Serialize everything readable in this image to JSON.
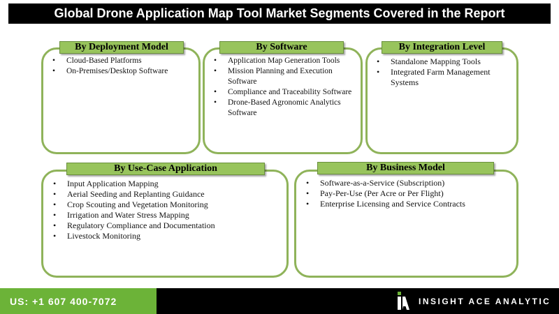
{
  "header": {
    "title": "Global Drone Application Map Tool Market Segments Covered in the Report"
  },
  "segments": {
    "deployment": {
      "label": "By Deployment Model",
      "items": [
        "Cloud-Based Platforms",
        "On-Premises/Desktop Software"
      ]
    },
    "software": {
      "label": "By Software",
      "items": [
        "Application Map Generation Tools",
        "Mission Planning and Execution Software",
        "Compliance and Traceability Software",
        "Drone-Based Agronomic Analytics Software"
      ]
    },
    "integration": {
      "label": "By Integration Level",
      "items": [
        "Standalone Mapping Tools",
        "Integrated Farm Management Systems"
      ]
    },
    "use_case": {
      "label": "By Use-Case Application",
      "items": [
        "Input Application Mapping",
        "Aerial Seeding and Replanting Guidance",
        "Crop Scouting and Vegetation Monitoring",
        "Irrigation and Water Stress Mapping",
        "Regulatory Compliance and Documentation",
        "Livestock Monitoring"
      ]
    },
    "business": {
      "label": "By Business Model",
      "items": [
        "Software-as-a-Service (Subscription)",
        "Pay-Per-Use (Per Acre or Per Flight)",
        "Enterprise Licensing and Service Contracts"
      ]
    }
  },
  "footer": {
    "phone": "US: +1 607 400-7072",
    "brand": "INSIGHT ACE ANALYTIC",
    "brand_icon": "insight-ace-logo-icon"
  },
  "colors": {
    "accent_green": "#98c45c",
    "border_green": "#8fb35a",
    "footer_green": "#6cb338"
  }
}
